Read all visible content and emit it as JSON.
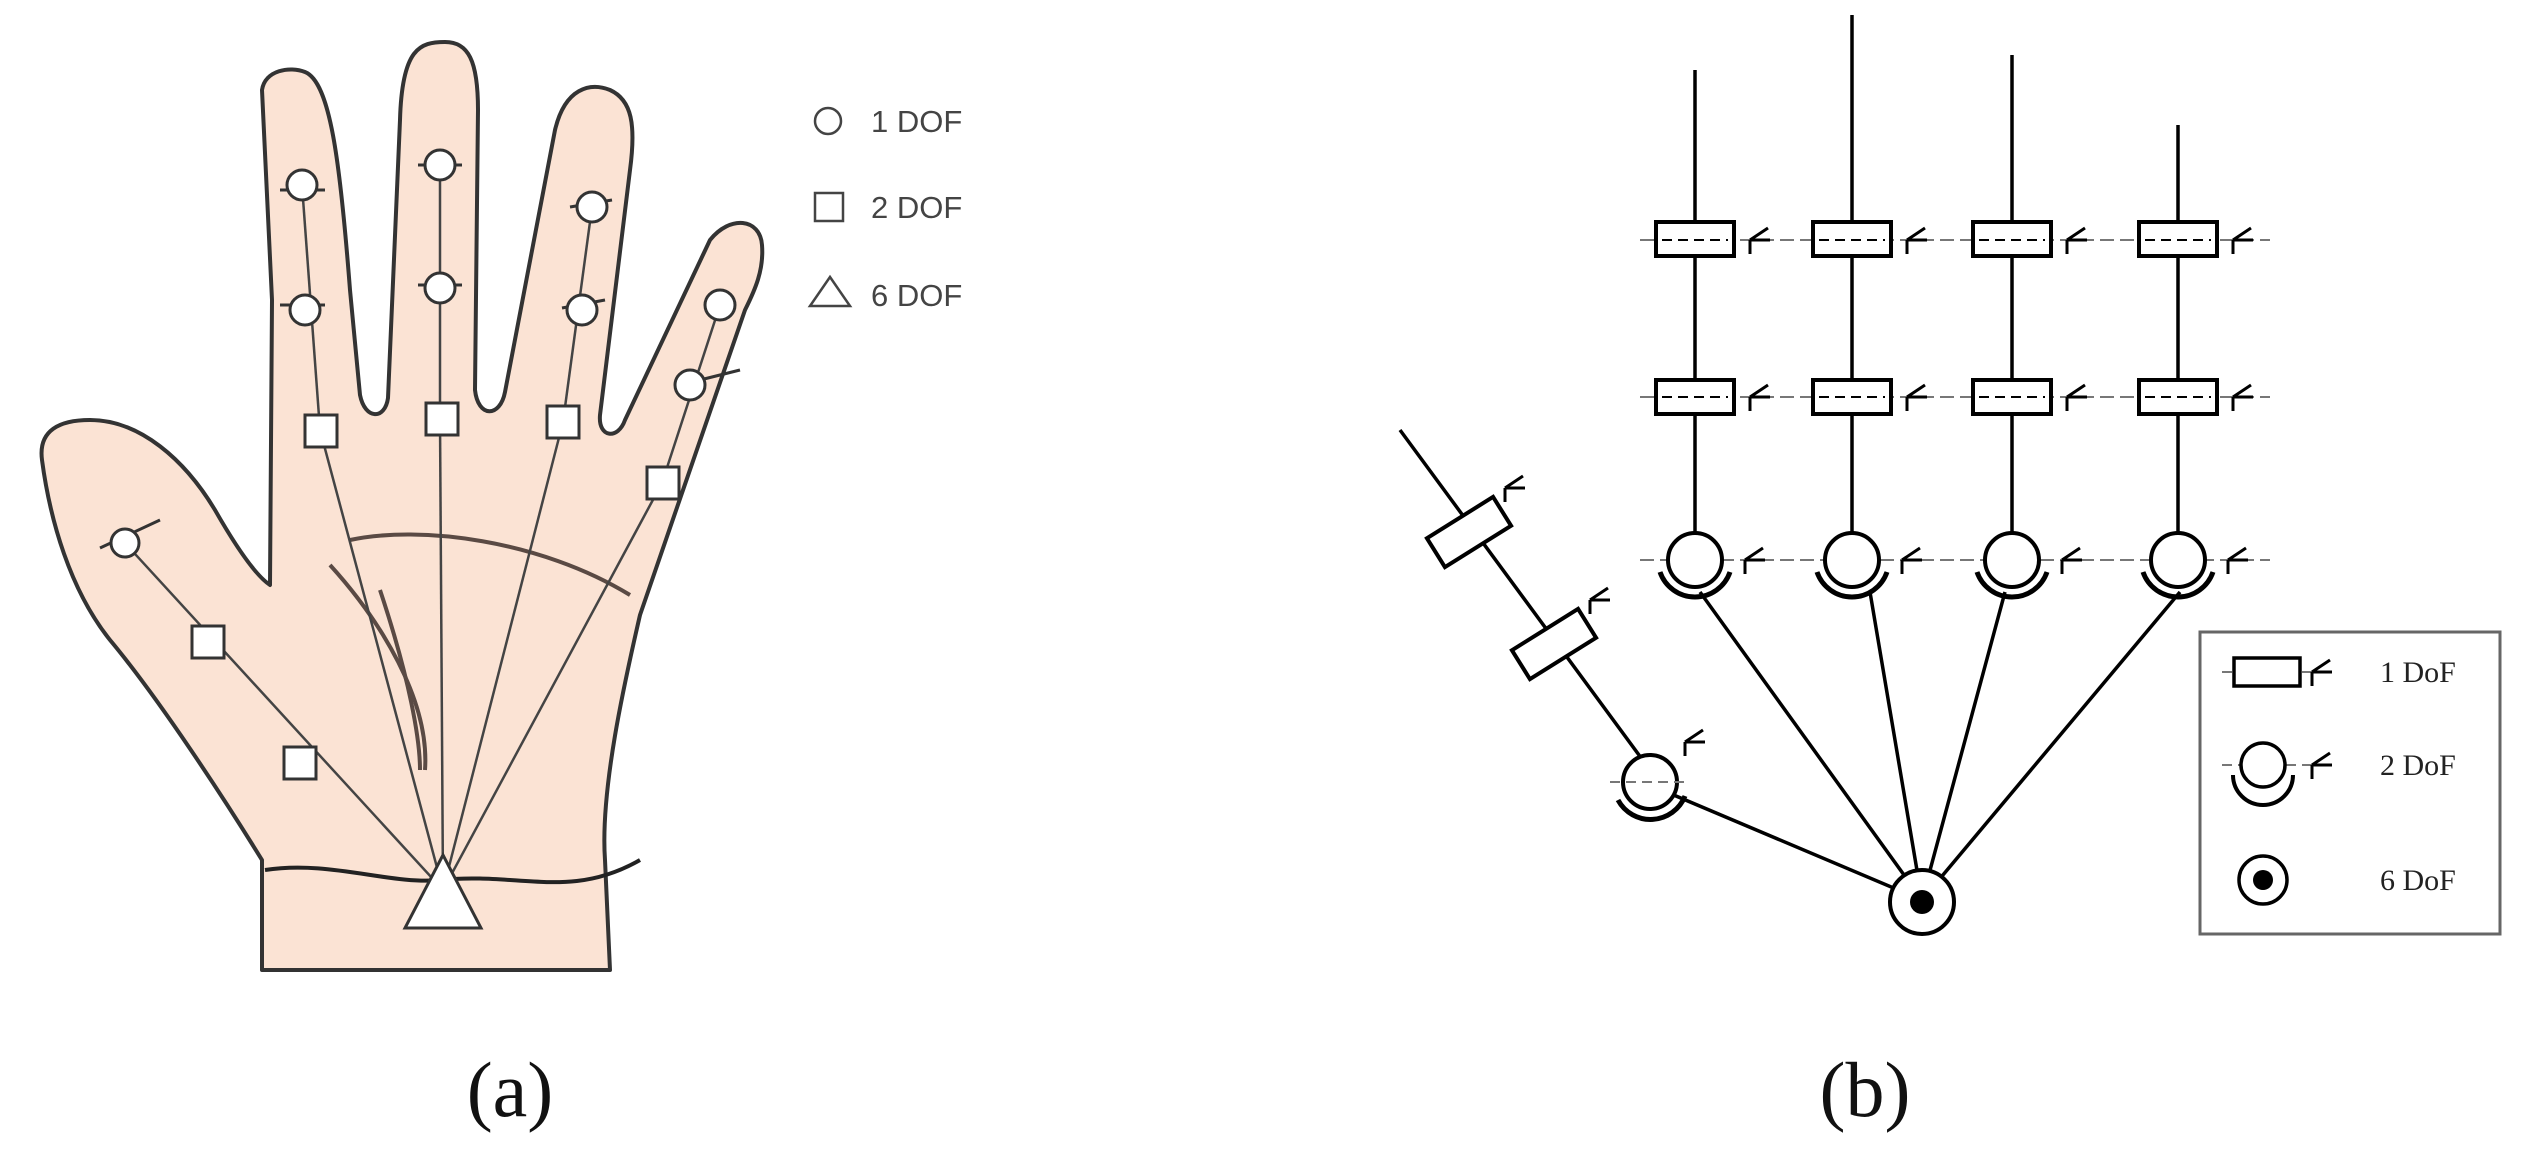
{
  "figure": {
    "panel_a": {
      "caption": "(a)",
      "legend": [
        {
          "symbol": "circle",
          "label": "1 DOF"
        },
        {
          "symbol": "square",
          "label": "2 DOF"
        },
        {
          "symbol": "triangle",
          "label": "6 DOF"
        }
      ],
      "colors": {
        "skin": "#fbe3d4",
        "outline": "#333333",
        "joint_fill": "#ffffff"
      }
    },
    "panel_b": {
      "caption": "(b)",
      "legend": [
        {
          "symbol": "revolute-joint",
          "label": "1 DoF"
        },
        {
          "symbol": "spherical-2dof-joint",
          "label": "2 DoF"
        },
        {
          "symbol": "base-6dof-joint",
          "label": "6 DoF"
        }
      ],
      "colors": {
        "line": "#000000",
        "legend_border": "#666666"
      }
    }
  }
}
